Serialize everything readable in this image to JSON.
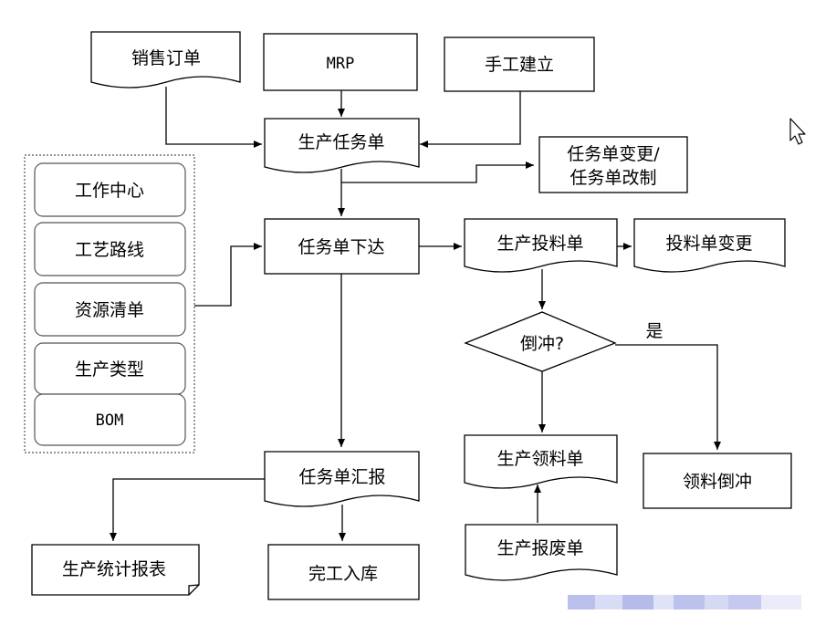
{
  "nodes": {
    "sales_order": "销售订单",
    "mrp": "MRP",
    "manual_create": "手工建立",
    "production_task": "生产任务单",
    "task_change": [
      "任务单变更/",
      "任务单改制"
    ],
    "work_center": "工作中心",
    "process_route": "工艺路线",
    "resource_list": "资源清单",
    "production_type": "生产类型",
    "bom": "BOM",
    "task_release": "任务单下达",
    "prod_feed": "生产投料单",
    "feed_change": "投料单变更",
    "backflush_q": "倒冲?",
    "yes_label": "是",
    "backflush": "领料倒冲",
    "prod_pick": "生产领料单",
    "prod_scrap": "生产报废单",
    "task_report": "任务单汇报",
    "stat_report": "生产统计报表",
    "warehouse_in": "完工入库"
  },
  "colors": {
    "stroke": "#000000",
    "fill": "#ffffff",
    "watermark": "#9fa6e3"
  },
  "icons": {
    "cursor": "mouse-pointer-icon"
  }
}
